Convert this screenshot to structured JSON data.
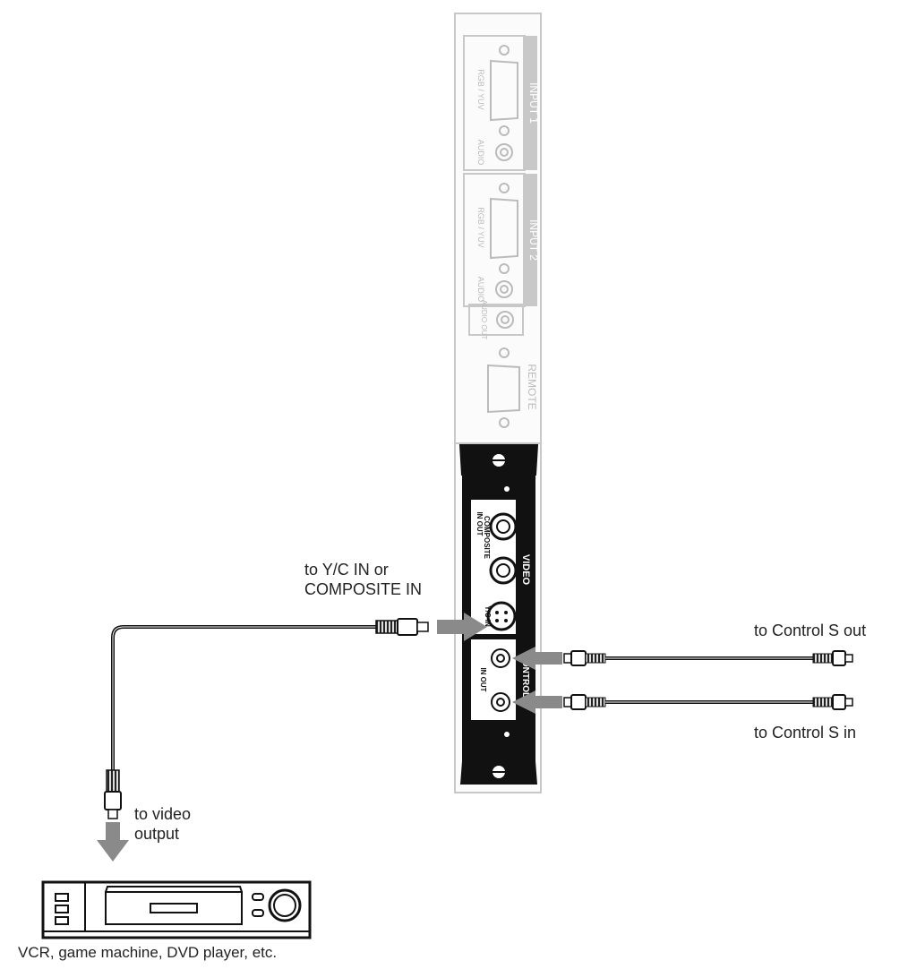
{
  "panel": {
    "input1": {
      "label": "INPUT 1",
      "connector_label": "RGB / YUV",
      "audio_label": "AUDIO"
    },
    "input2": {
      "label": "INPUT 2",
      "connector_label": "RGB / YUV",
      "audio_label": "AUDIO"
    },
    "audio_out_label": "AUDIO OUT",
    "remote_label": "REMOTE",
    "video_label": "VIDEO",
    "in_out_label": "IN  OUT",
    "composite_label": "COMPOSITE",
    "yc_in_label": "Y/C IN",
    "control_label": "CONTROL S",
    "control_in_out_label": "IN  OUT"
  },
  "labels": {
    "yc_line1": "to Y/C IN or",
    "yc_line2": "COMPOSITE IN",
    "control_out": "to Control S out",
    "control_in": "to Control S in",
    "video_out_line1": "to video",
    "video_out_line2": "output",
    "device": "VCR, game machine, DVD player, etc."
  },
  "colors": {
    "panel_light": "#c8c8c8",
    "panel_dark": "#111111",
    "arrow": "#8a8a8a",
    "cable": "#111111"
  }
}
